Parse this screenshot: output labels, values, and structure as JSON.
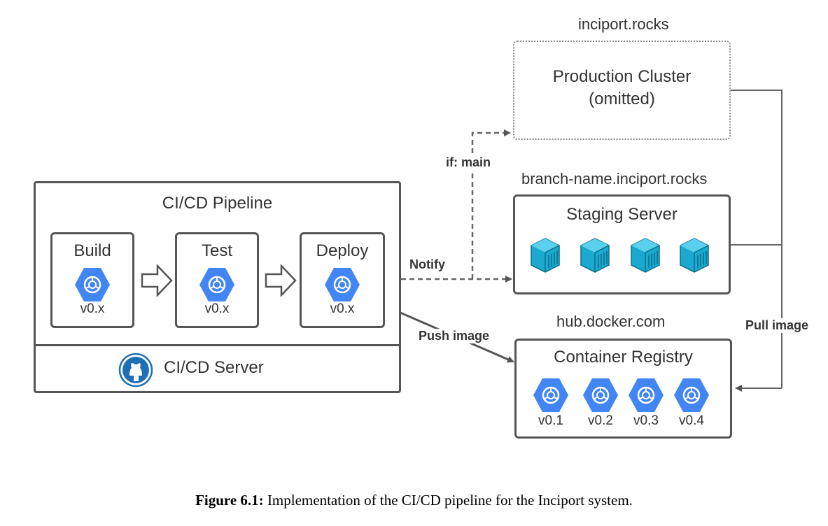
{
  "pipeline": {
    "title": "CI/CD Pipeline",
    "stages": [
      {
        "name": "Build",
        "version": "v0.x"
      },
      {
        "name": "Test",
        "version": "v0.x"
      },
      {
        "name": "Deploy",
        "version": "v0.x"
      }
    ],
    "server_label": "CI/CD Server"
  },
  "production": {
    "domain": "inciport.rocks",
    "line1": "Production Cluster",
    "line2": "(omitted)"
  },
  "staging": {
    "domain": "branch-name.inciport.rocks",
    "title": "Staging Server",
    "container_count": 4
  },
  "registry": {
    "domain": "hub.docker.com",
    "title": "Container Registry",
    "versions": [
      "v0.1",
      "v0.2",
      "v0.3",
      "v0.4"
    ]
  },
  "edges": {
    "if_main": "if: main",
    "notify": "Notify",
    "push_image": "Push image",
    "pull_image": "Pull image"
  },
  "caption": {
    "label": "Figure 6.1:",
    "text": "Implementation of the CI/CD pipeline for the Inciport system."
  },
  "colors": {
    "hex_blue": "#4285F4",
    "container_teal": "#1BA9CF",
    "github_blue": "#1F6FB5",
    "border": "#555555"
  }
}
